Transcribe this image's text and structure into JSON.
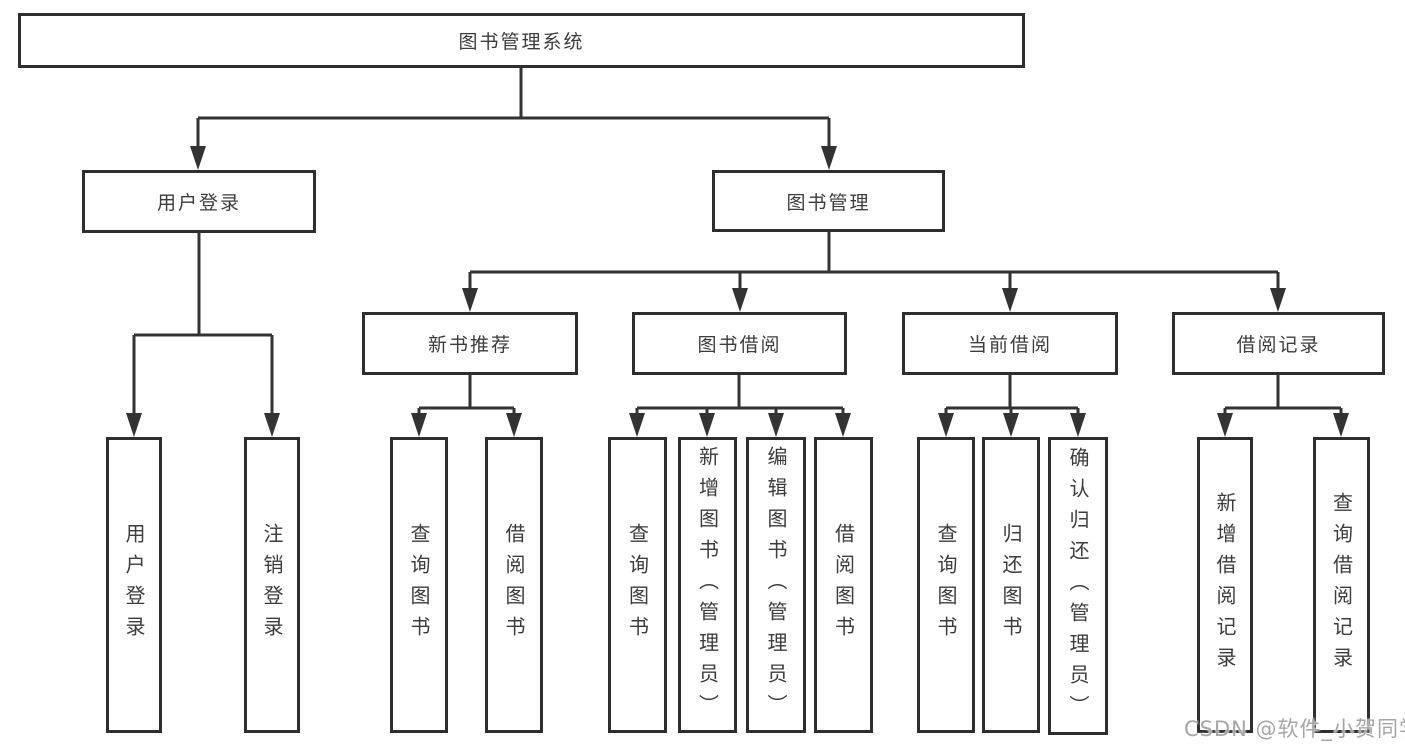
{
  "tree": {
    "root": {
      "label": "图书管理系统"
    },
    "branches": [
      {
        "label": "用户登录",
        "children": [
          {
            "label": "用户登录"
          },
          {
            "label": "注销登录"
          }
        ]
      },
      {
        "label": "图书管理",
        "children": [
          {
            "label": "新书推荐",
            "children": [
              {
                "label": "查询图书"
              },
              {
                "label": "借阅图书"
              }
            ]
          },
          {
            "label": "图书借阅",
            "children": [
              {
                "label": "查询图书"
              },
              {
                "label": "新增图书（管理员）"
              },
              {
                "label": "编辑图书（管理员）"
              },
              {
                "label": "借阅图书"
              }
            ]
          },
          {
            "label": "当前借阅",
            "children": [
              {
                "label": "查询图书"
              },
              {
                "label": "归还图书"
              },
              {
                "label": "确认归还（管理员）"
              }
            ]
          },
          {
            "label": "借阅记录",
            "children": [
              {
                "label": "新增借阅记录"
              },
              {
                "label": "查询借阅记录"
              }
            ]
          }
        ]
      }
    ]
  },
  "watermark": {
    "text": "CSDN @软件_小贺同学"
  },
  "colors": {
    "line": "#333333",
    "box_border": "#2e2e2e",
    "text": "#3c3c3c",
    "watermark": "#a6a6a6",
    "background": "#ffffff"
  }
}
